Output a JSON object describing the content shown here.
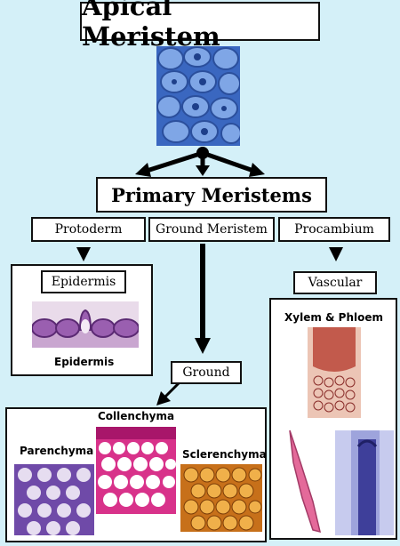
{
  "title": "Apical Meristem",
  "primary": "Primary Meristems",
  "branches": {
    "protoderm": "Protoderm",
    "ground_meristem": "Ground Meristem",
    "procambium": "Procambium"
  },
  "tissues": {
    "epidermis_box": "Epidermis",
    "epidermis_caption": "Epidermis",
    "ground_box": "Ground",
    "vascular_box": "Vascular",
    "xylem_phloem": "Xylem & Phloem",
    "collenchyma": "Collenchyma",
    "parenchyma": "Parenchyma",
    "sclerenchyma": "Sclerenchyma"
  },
  "colors": {
    "background": "#d4f0f8",
    "box_border": "#111111",
    "arrow": "#000000"
  }
}
